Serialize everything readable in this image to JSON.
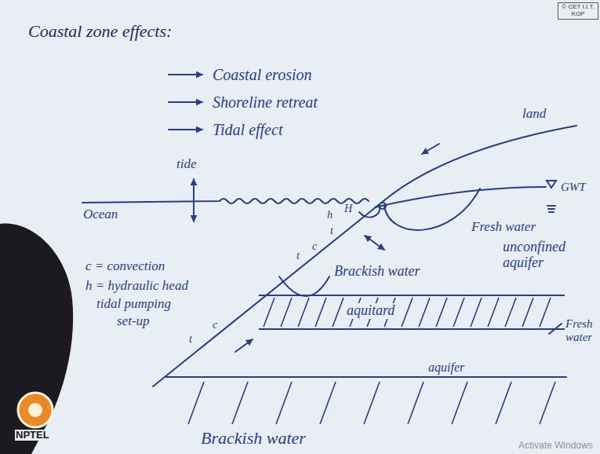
{
  "diagram": {
    "title": "Coastal zone effects:",
    "nodes": [
      {
        "text": [
          "© CET I.I.T. KGP"
        ]
      },
      {
        "text": [
          "aquitard"
        ]
      }
    ],
    "labels": [
      "Coastal erosion",
      "Shoreline retreat",
      "Tidal effect",
      "land",
      "GWT",
      "tide",
      "Ocean",
      "h",
      "H",
      "Fresh water",
      "t",
      "c",
      "t",
      "c = convection",
      "h = hydraulic head",
      "tidal pumping",
      "set-up",
      "Brackish water",
      "unconfined aquifer",
      "Fresh water",
      "t",
      "c",
      "aquifer",
      "Brackish water",
      "NPTEL",
      "Activate Windows"
    ]
  }
}
